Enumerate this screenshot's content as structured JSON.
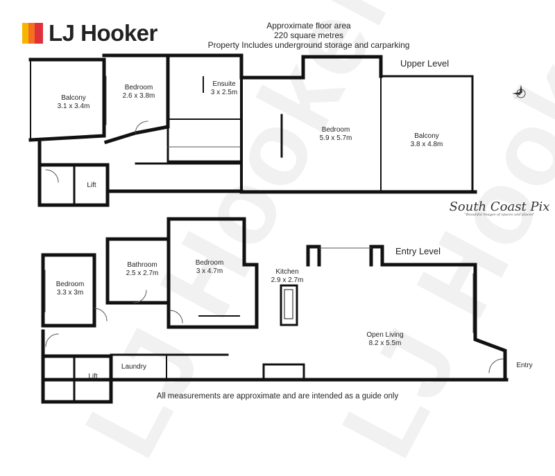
{
  "brand": {
    "name": "LJ Hooker",
    "colors": {
      "yellow": "#F7B500",
      "orange": "#F36F21",
      "red": "#E0303A"
    }
  },
  "header": {
    "line1": "Approximate floor area",
    "line2": "220 square metres",
    "line3": "Property Includes underground storage and carparking"
  },
  "levels": {
    "upper": "Upper Level",
    "entry": "Entry Level"
  },
  "rooms_upper": [
    {
      "name": "Balcony",
      "size": "3.1 x 3.4m"
    },
    {
      "name": "Bedroom",
      "size": "2.6 x 3.8m"
    },
    {
      "name": "Ensuite",
      "size": "3 x 2.5m"
    },
    {
      "name": "Bedroom",
      "size": "5.9 x 5.7m"
    },
    {
      "name": "Balcony",
      "size": "3.8 x 4.8m"
    },
    {
      "name": "Lift",
      "size": ""
    }
  ],
  "rooms_entry": [
    {
      "name": "Bedroom",
      "size": "3.3 x 3m"
    },
    {
      "name": "Bathroom",
      "size": "2.5 x 2.7m"
    },
    {
      "name": "Bedroom",
      "size": "3 x 4.7m"
    },
    {
      "name": "Kitchen",
      "size": "2.9 x 2.7m"
    },
    {
      "name": "Open Living",
      "size": "8.2 x 5.5m"
    },
    {
      "name": "Lift",
      "size": ""
    },
    {
      "name": "Laundry",
      "size": ""
    },
    {
      "name": "Entry",
      "size": ""
    }
  ],
  "watermark": "LJ Hooker",
  "stamp": {
    "main": "South Coast Pix",
    "sub": "\"Beautiful images of spaces and places\""
  },
  "footer": "All measurements are approximate and are intended as a guide only",
  "colors": {
    "wall": "#111111",
    "thin": "#555555",
    "watermark": "#f1f1f1"
  }
}
